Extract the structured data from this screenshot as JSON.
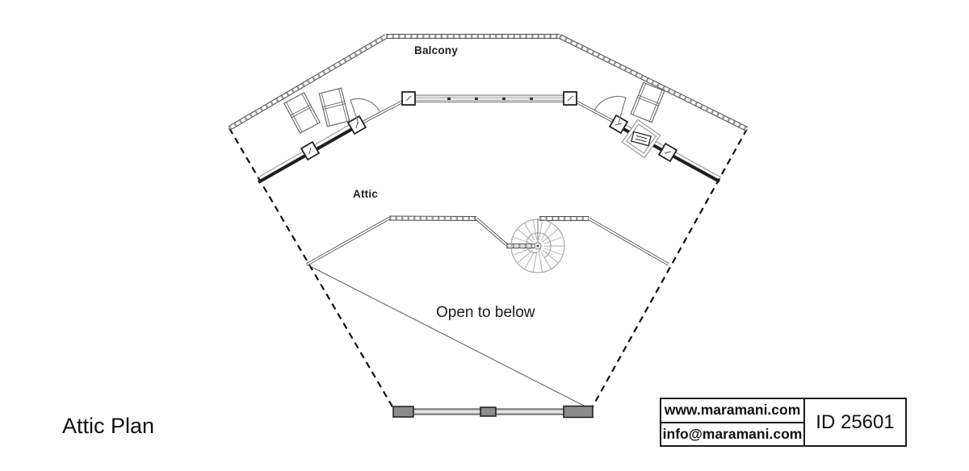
{
  "plan": {
    "title": "Attic Plan",
    "labels": {
      "balcony": "Balcony",
      "attic": "Attic",
      "open_to_below": "Open to below"
    }
  },
  "info_box": {
    "website": "www.maramani.com",
    "email": "info@maramani.com",
    "plan_id": "ID 25601"
  },
  "colors": {
    "background": "#ffffff",
    "wall_line": "#1e1e1e",
    "railing_gray": "#8c8c8c",
    "window_fill": "#e9e9e9",
    "dashed_roofline": "#0f0f0f",
    "text": "#111111"
  }
}
